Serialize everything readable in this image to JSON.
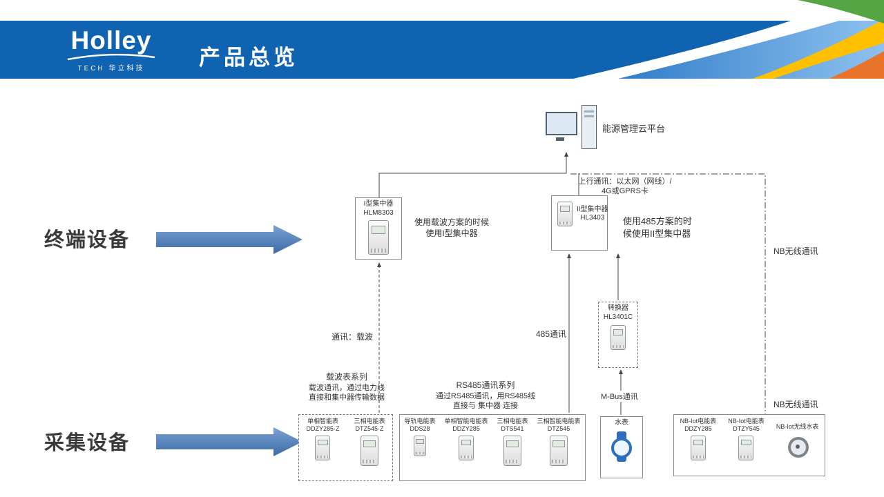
{
  "slide": {
    "title": "产品总览",
    "logo": {
      "brand": "Holley",
      "sub": "TECH 华立科技"
    }
  },
  "labels": {
    "terminal_devices": "终端设备",
    "collection_devices": "采集设备"
  },
  "diagram": {
    "cloud_platform_label": "能源管理云平台",
    "uplink": {
      "line1": "上行通讯：以太网（网线）/",
      "line2": "4G或GPRS卡"
    },
    "concentrator_I": {
      "name": "I型集中器",
      "model": "HLM8303",
      "note1": "使用载波方案的时候",
      "note2": "使用I型集中器"
    },
    "concentrator_II": {
      "name": "II型集中器",
      "model": "HL3403",
      "note1": "使用485方案的时",
      "note2": "候使用II型集中器"
    },
    "nb_comm_top": "NB无线通讯",
    "nb_comm_bottom": "NB无线通讯",
    "carrier_comm": "通讯：载波",
    "rs485_comm": "485通讯",
    "mbus_comm": "M-Bus通讯",
    "converter": {
      "name": "转换器",
      "model": "HL3401C"
    },
    "carrier_series": {
      "title": "载波表系列",
      "desc1": "载波通讯，通过电力线",
      "desc2": "直接和集中器传输数据",
      "meters": [
        {
          "name": "单相智能表",
          "model": "DDZY285·Z"
        },
        {
          "name": "三相电能表",
          "model": "DTZ545·Z"
        }
      ]
    },
    "rs485_series": {
      "title": "RS485通讯系列",
      "desc1": "通过RS485通讯，用RS485线",
      "desc2": "直接与 集中器 连接",
      "meters": [
        {
          "name": "导轨电能表",
          "model": "DDS28"
        },
        {
          "name": "单相智能电能表",
          "model": "DDZY285"
        },
        {
          "name": "三相电能表",
          "model": "DTS541"
        },
        {
          "name": "三相智能电能表",
          "model": "DTZ545"
        }
      ]
    },
    "water_meter_label": "水表",
    "nb_series": {
      "meters": [
        {
          "name": "NB-Iot电能表",
          "model": "DDZY285"
        },
        {
          "name": "NB-Iot电能表",
          "model": "DTZY545"
        },
        {
          "name": "NB-Iot无线水表",
          "model": ""
        }
      ]
    }
  },
  "colors": {
    "header_blue": "#1063b1",
    "arrow_blue": "#4d7cbb",
    "accent_yellow": "#ffc000",
    "accent_green": "#56a544",
    "accent_orange": "#e8742c",
    "accent_lightblue": "#8ec1ef"
  }
}
